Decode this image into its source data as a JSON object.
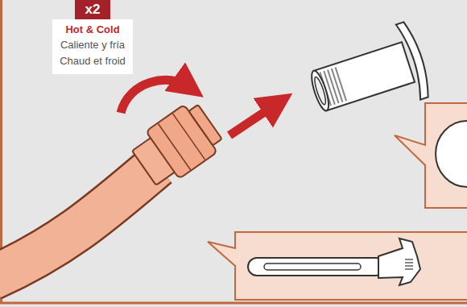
{
  "diagram": {
    "nodes": [
      {
        "text": [
          "x2"
        ]
      },
      {
        "text": [
          "Hot & Cold",
          "Caliente y fría",
          "Chaud et froid"
        ]
      }
    ]
  }
}
